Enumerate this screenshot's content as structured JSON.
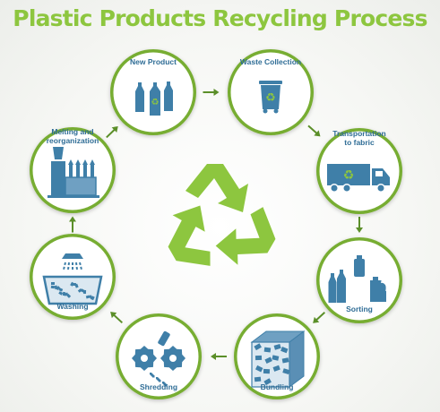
{
  "title": "Plastic Products Recycling Process",
  "colors": {
    "green": "#8dc63f",
    "dark_green": "#5b8f29",
    "circle_border": "#77ad32",
    "blue": "#3f7fa8",
    "label": "#2f6d96"
  },
  "steps": [
    {
      "label": "New Product",
      "icon": "bottles-icon"
    },
    {
      "label": "Waste Collection",
      "icon": "recycle-bin-icon"
    },
    {
      "label": "Transportation to fabric",
      "icon": "truck-icon"
    },
    {
      "label": "Sorting",
      "icon": "containers-icon"
    },
    {
      "label": "Bundling",
      "icon": "plastic-bale-icon"
    },
    {
      "label": "Shredding",
      "icon": "shredder-icon"
    },
    {
      "label": "Washing",
      "icon": "washing-basin-icon"
    },
    {
      "label": "Melting and reorganization",
      "icon": "melting-machine-icon"
    }
  ],
  "center_icon": "recycle-symbol-icon"
}
